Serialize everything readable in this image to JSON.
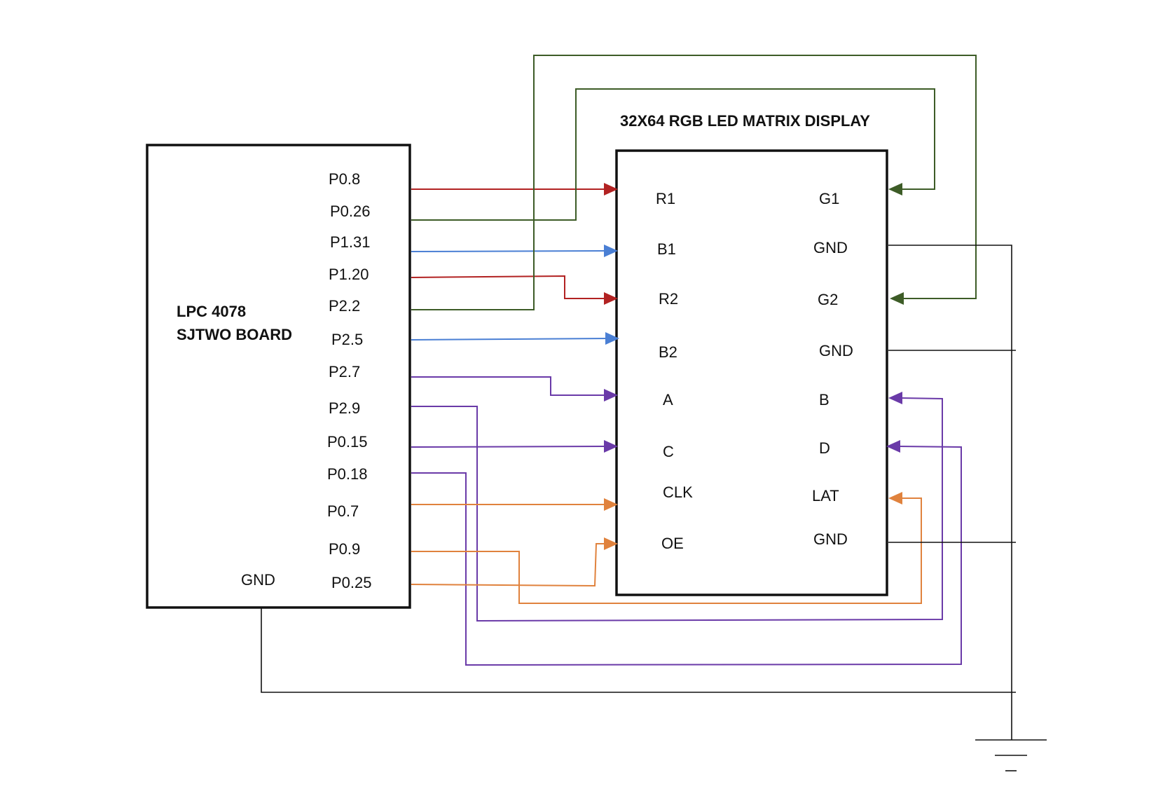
{
  "board": {
    "title_line1": "LPC 4078",
    "title_line2": "SJTWO BOARD",
    "gnd_label": "GND",
    "pins": [
      "P0.8",
      "P0.26",
      "P1.31",
      "P1.20",
      "P2.2",
      "P2.5",
      "P2.7",
      "P2.9",
      "P0.15",
      "P0.18",
      "P0.7",
      "P0.9",
      "P0.25"
    ]
  },
  "display": {
    "title": "32X64 RGB LED MATRIX DISPLAY",
    "left_pins": [
      "R1",
      "B1",
      "R2",
      "B2",
      "A",
      "C",
      "CLK",
      "OE"
    ],
    "right_pins": [
      "G1",
      "GND",
      "G2",
      "GND",
      "B",
      "D",
      "LAT",
      "GND"
    ]
  },
  "colors": {
    "red": "#b22222",
    "green": "#3d5c27",
    "blue": "#4a7fd4",
    "purple": "#6a3aa8",
    "orange": "#e0823d",
    "black": "#111111"
  }
}
